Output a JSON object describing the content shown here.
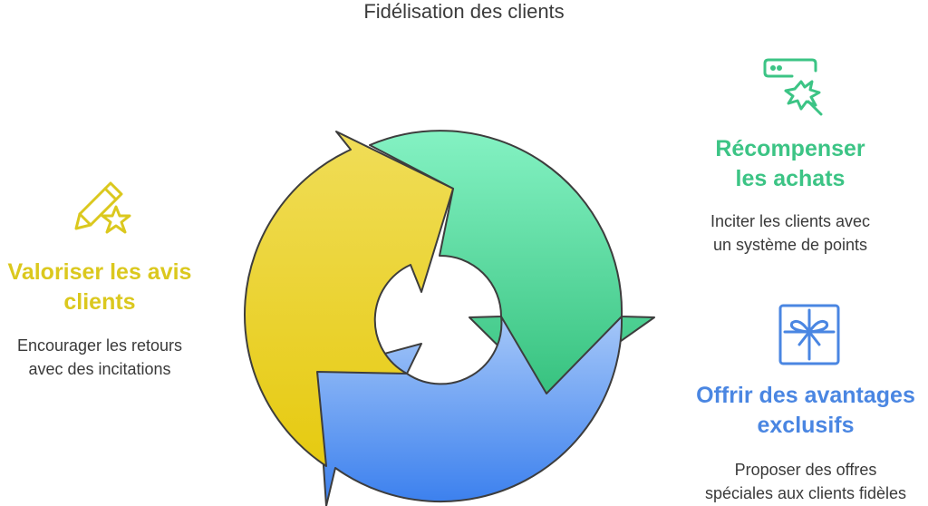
{
  "title": "Fidélisation des clients",
  "colors": {
    "yellow": "#DBC81E",
    "green": "#3CC485",
    "blue": "#4A86E2",
    "stroke": "#3d3d3d"
  },
  "items": [
    {
      "heading_lines": [
        "Valoriser les avis",
        "clients"
      ],
      "description_lines": [
        "Encourager les retours",
        "avec des incitations"
      ],
      "icon": "pencil-star-icon"
    },
    {
      "heading_lines": [
        "Récompenser",
        "les achats"
      ],
      "description_lines": [
        "Inciter les clients avec",
        "un système de points"
      ],
      "icon": "card-burst-icon"
    },
    {
      "heading_lines": [
        "Offrir des avantages",
        "exclusifs"
      ],
      "description_lines": [
        "Proposer des offres",
        "spéciales aux clients fidèles"
      ],
      "icon": "gift-icon"
    }
  ]
}
